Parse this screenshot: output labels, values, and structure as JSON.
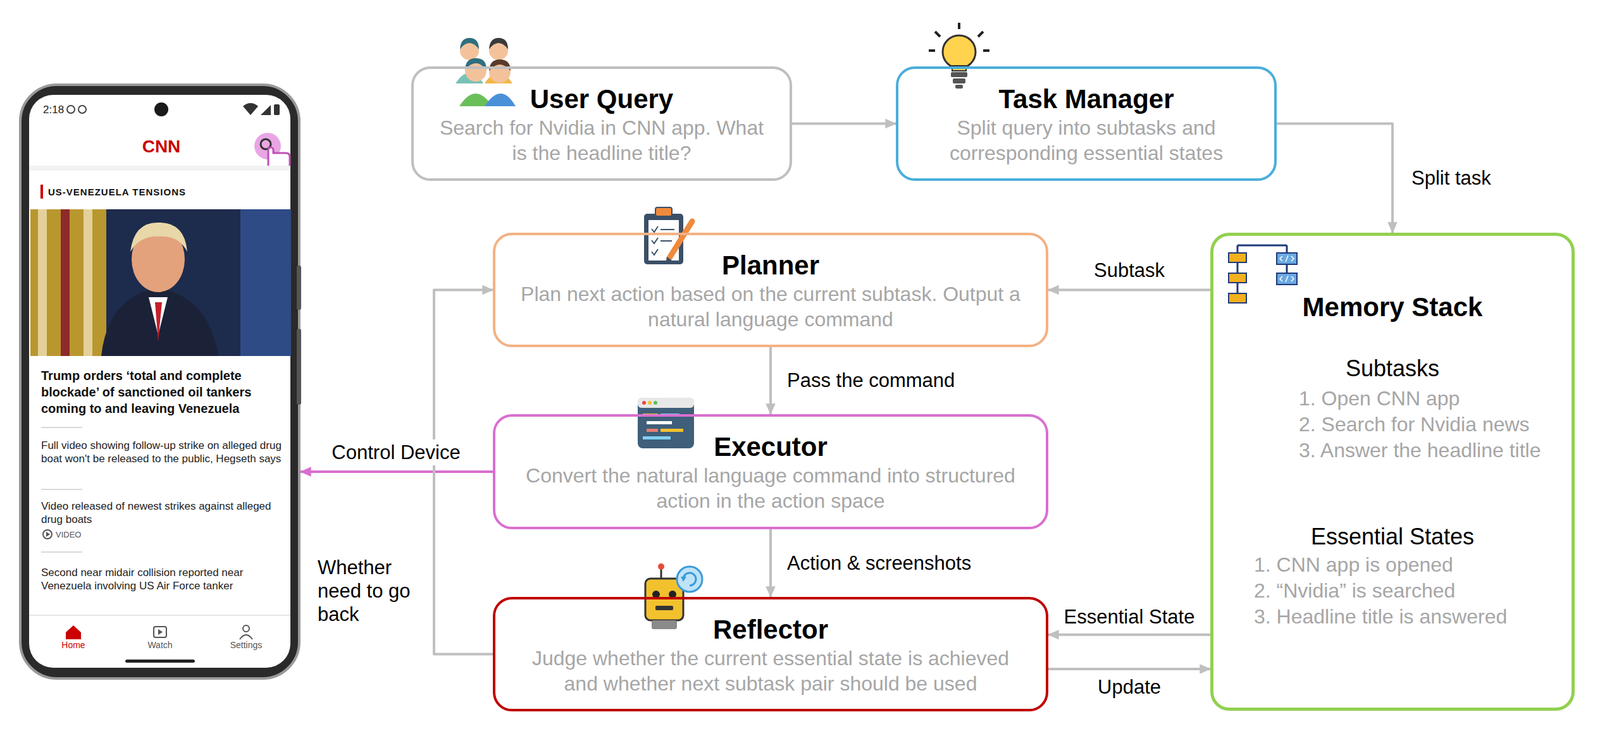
{
  "diagram": {
    "nodes": [
      {
        "text": [
          "User Query",
          "Search for Nvidia in CNN app. What is the headline title?"
        ]
      },
      {
        "text": [
          "Task Manager",
          "Split query into subtasks and corresponding essential states"
        ]
      },
      {
        "text": [
          "Planner",
          "Plan next action based on the current subtask. Output a natural language command"
        ]
      },
      {
        "text": [
          "Executor",
          "Convert the natural language command into structured action in the action space"
        ]
      },
      {
        "text": [
          "Reflector",
          "Judge whether the current essential state is achieved and whether next subtask pair should be used"
        ]
      },
      {
        "text": [
          "Memory Stack",
          "Subtasks",
          "1. Open CNN app",
          "2. Search for Nvidia news",
          "3. Answer the headline title",
          "Essential States",
          "1. CNN app is opened",
          "2. “Nvidia” is searched",
          "3. Headline title is answered"
        ]
      },
      {
        "text": [
          "2:18",
          "CNN",
          "US-VENEZUELA TENSIONS",
          "Trump orders ‘total and complete blockade’ of sanctioned oil tankers coming to and leaving Venezuela",
          "Full video showing follow-up strike on alleged drug boat won't be released to the public, Hegseth says",
          "Video released of newest strikes against alleged drug boats",
          "VIDEO",
          "Second near midair collision reported near Venezuela involving US Air Force tanker",
          "Home",
          "Watch",
          "Settings"
        ]
      }
    ],
    "edges": [
      {
        "from": 0,
        "to": 1,
        "arrow": "to"
      },
      {
        "from": 1,
        "to": 5,
        "label": "Split task",
        "arrow": "to"
      },
      {
        "from": 5,
        "to": 2,
        "label": "Subtask",
        "arrow": "to"
      },
      {
        "from": 2,
        "to": 3,
        "label": "Pass the command",
        "arrow": "to"
      },
      {
        "from": 3,
        "to": 4,
        "label": "Action & screenshots",
        "arrow": "to"
      },
      {
        "from": 3,
        "to": 6,
        "label": "Control Device",
        "arrow": "to"
      },
      {
        "from": 4,
        "to": 2,
        "label": "Whether need to go back",
        "arrow": "to"
      },
      {
        "from": 5,
        "to": 4,
        "label": "Essential State",
        "arrow": "to"
      },
      {
        "from": 4,
        "to": 5,
        "label": "Update",
        "arrow": "to"
      }
    ]
  }
}
